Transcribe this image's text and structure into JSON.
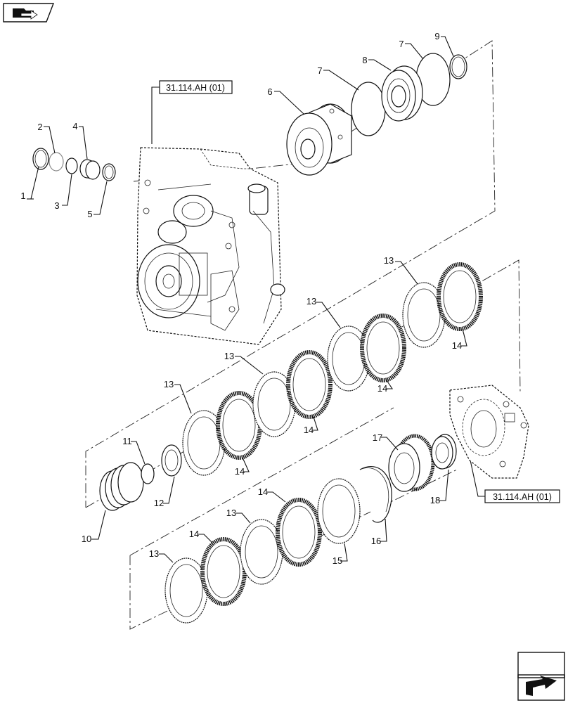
{
  "icons": {
    "top_left": "folder-arrow-icon",
    "bottom_right": "next-page-arrow-icon"
  },
  "refs": {
    "top": "31.114.AH (01)",
    "right": "31.114.AH (01)"
  },
  "callouts": [
    {
      "id": "c1",
      "text": "1"
    },
    {
      "id": "c2",
      "text": "2"
    },
    {
      "id": "c3",
      "text": "3"
    },
    {
      "id": "c4",
      "text": "4"
    },
    {
      "id": "c5",
      "text": "5"
    },
    {
      "id": "c6",
      "text": "6"
    },
    {
      "id": "c7a",
      "text": "7"
    },
    {
      "id": "c7b",
      "text": "7"
    },
    {
      "id": "c8",
      "text": "8"
    },
    {
      "id": "c9",
      "text": "9"
    },
    {
      "id": "c10",
      "text": "10"
    },
    {
      "id": "c11",
      "text": "11"
    },
    {
      "id": "c12",
      "text": "12"
    },
    {
      "id": "c13a",
      "text": "13"
    },
    {
      "id": "c13b",
      "text": "13"
    },
    {
      "id": "c13c",
      "text": "13"
    },
    {
      "id": "c13d",
      "text": "13"
    },
    {
      "id": "c13e",
      "text": "13"
    },
    {
      "id": "c13f",
      "text": "13"
    },
    {
      "id": "c14a",
      "text": "14"
    },
    {
      "id": "c14b",
      "text": "14"
    },
    {
      "id": "c14c",
      "text": "14"
    },
    {
      "id": "c14d",
      "text": "14"
    },
    {
      "id": "c14e",
      "text": "14"
    },
    {
      "id": "c14f",
      "text": "14"
    },
    {
      "id": "c15",
      "text": "15"
    },
    {
      "id": "c16",
      "text": "16"
    },
    {
      "id": "c17",
      "text": "17"
    },
    {
      "id": "c18",
      "text": "18"
    }
  ]
}
